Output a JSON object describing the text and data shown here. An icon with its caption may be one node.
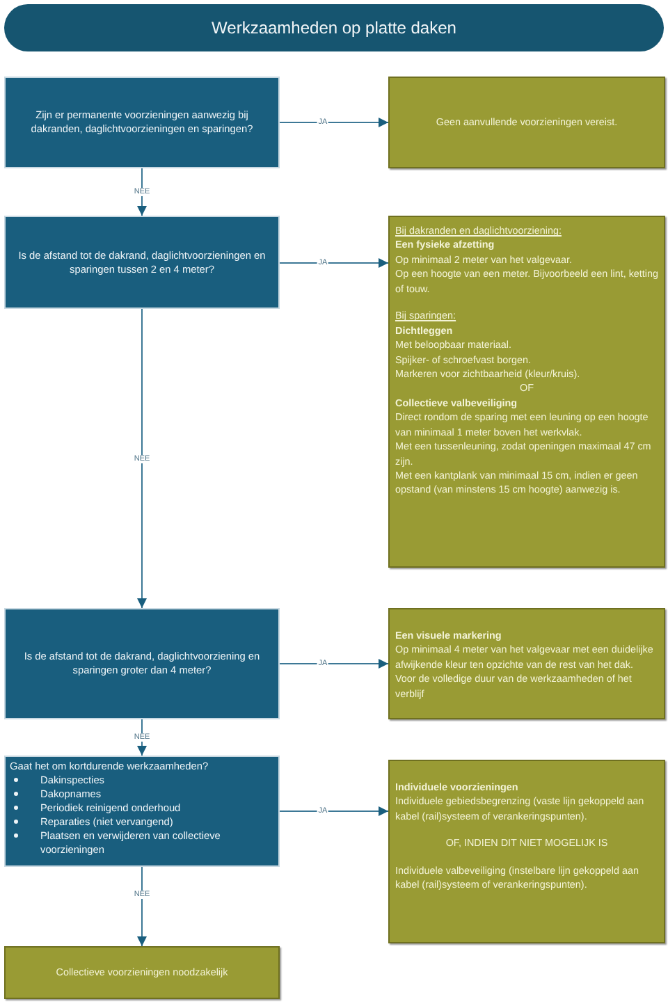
{
  "diagram": {
    "title": "Werkzaamheden op platte daken",
    "nodes": [
      {
        "text": [
          "Zijn er permanente voorzieningen aanwezig bij dakranden, daglichtvoorzieningen en sparingen?"
        ]
      },
      {
        "text": [
          "Geen aanvullende voorzieningen vereist."
        ]
      },
      {
        "text": [
          "Is de afstand tot de dakrand, daglichtvoorzieningen en sparingen tussen 2 en 4 meter?"
        ]
      },
      {
        "text": [
          "Bij dakranden en daglichtvoorziening:",
          "Een fysieke afzetting",
          "Op minimaal 2 meter van het valgevaar.",
          "Op een hoogte van een meter. Bijvoorbeeld een lint, ketting of touw.",
          "Bij sparingen:",
          "Dichtleggen",
          "Met beloopbaar materiaal.",
          "Spijker- of schroefvast borgen.",
          "Markeren voor zichtbaarheid (kleur/kruis).",
          "OF",
          "Collectieve valbeveiliging",
          "Direct rondom de sparing met een leuning op een hoogte van minimaal 1 meter boven het werkvlak.",
          "Met een tussenleuning, zodat openingen maximaal 47 cm zijn.",
          "Met een kantplank van minimaal 15 cm, indien er geen opstand (van minstens 15 cm hoogte) aanwezig is."
        ]
      },
      {
        "text": [
          "Is de afstand tot de dakrand, daglichtvoorziening en sparingen groter dan 4 meter?"
        ]
      },
      {
        "text": [
          "Een visuele markering",
          "Op minimaal 4 meter van het valgevaar met een duidelijke afwijkende kleur ten opzichte van de rest van het dak.",
          "Voor de volledige duur van de werkzaamheden of het verblijf"
        ]
      },
      {
        "text": [
          "Gaat het om kortdurende werkzaamheden?",
          "Dakinspecties",
          "Dakopnames",
          "Periodiek reinigend onderhoud",
          "Reparaties (niet vervangend)",
          "Plaatsen en verwijderen van collectieve voorzieningen"
        ]
      },
      {
        "text": [
          "Individuele voorzieningen",
          "Individuele gebiedsbegrenzing (vaste lijn gekoppeld aan kabel (rail)systeem of verankeringspunten).",
          "OF, INDIEN DIT NIET MOGELIJK IS",
          "Individuele valbeveiliging (instelbare lijn gekoppeld aan kabel (rail)systeem of verankeringspunten)."
        ]
      },
      {
        "text": [
          "Collectieve voorzieningen noodzakelijk"
        ]
      }
    ],
    "edges": [
      {
        "from": 0,
        "to": 1,
        "arrow": "to",
        "label": "JA"
      },
      {
        "from": 0,
        "to": 2,
        "arrow": "to",
        "label": "NEE"
      },
      {
        "from": 2,
        "to": 3,
        "arrow": "to",
        "label": "JA"
      },
      {
        "from": 2,
        "to": 4,
        "arrow": "to",
        "label": "NEE"
      },
      {
        "from": 4,
        "to": 5,
        "arrow": "to",
        "label": "JA"
      },
      {
        "from": 4,
        "to": 6,
        "arrow": "to",
        "label": "NEE"
      },
      {
        "from": 6,
        "to": 7,
        "arrow": "to",
        "label": "JA"
      },
      {
        "from": 6,
        "to": 8,
        "arrow": "to",
        "label": "NEE"
      }
    ]
  }
}
